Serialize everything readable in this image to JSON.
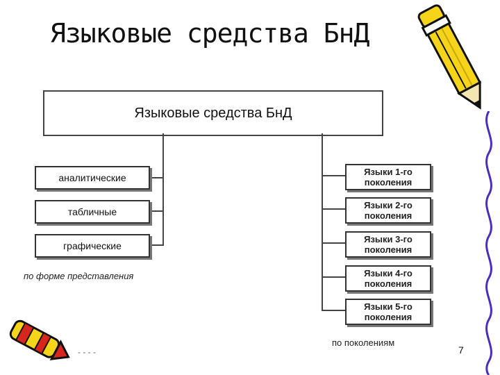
{
  "slide": {
    "title": "Языковые средства БнД",
    "page_number": "7",
    "footer_dots": "- - - -"
  },
  "diagram": {
    "root": "Языковые средства БнД",
    "left_group": {
      "caption": "по форме представления",
      "items": [
        "аналитические",
        "табличные",
        "графические"
      ]
    },
    "right_group": {
      "caption": "по поколениям",
      "items": [
        {
          "line1": "Языки 1-го",
          "line2": "поколения"
        },
        {
          "line1": "Языки 2-го",
          "line2": "поколения"
        },
        {
          "line1": "Языки 3-го",
          "line2": "поколения"
        },
        {
          "line1": "Языки 4-го",
          "line2": "поколения"
        },
        {
          "line1": "Языки 5-го",
          "line2": "поколения"
        }
      ]
    }
  },
  "colors": {
    "pencil_body": "#f5d41a",
    "pencil_outline": "#111111",
    "wavy_line": "#4a2cc0",
    "crayon_red": "#d7261e"
  }
}
